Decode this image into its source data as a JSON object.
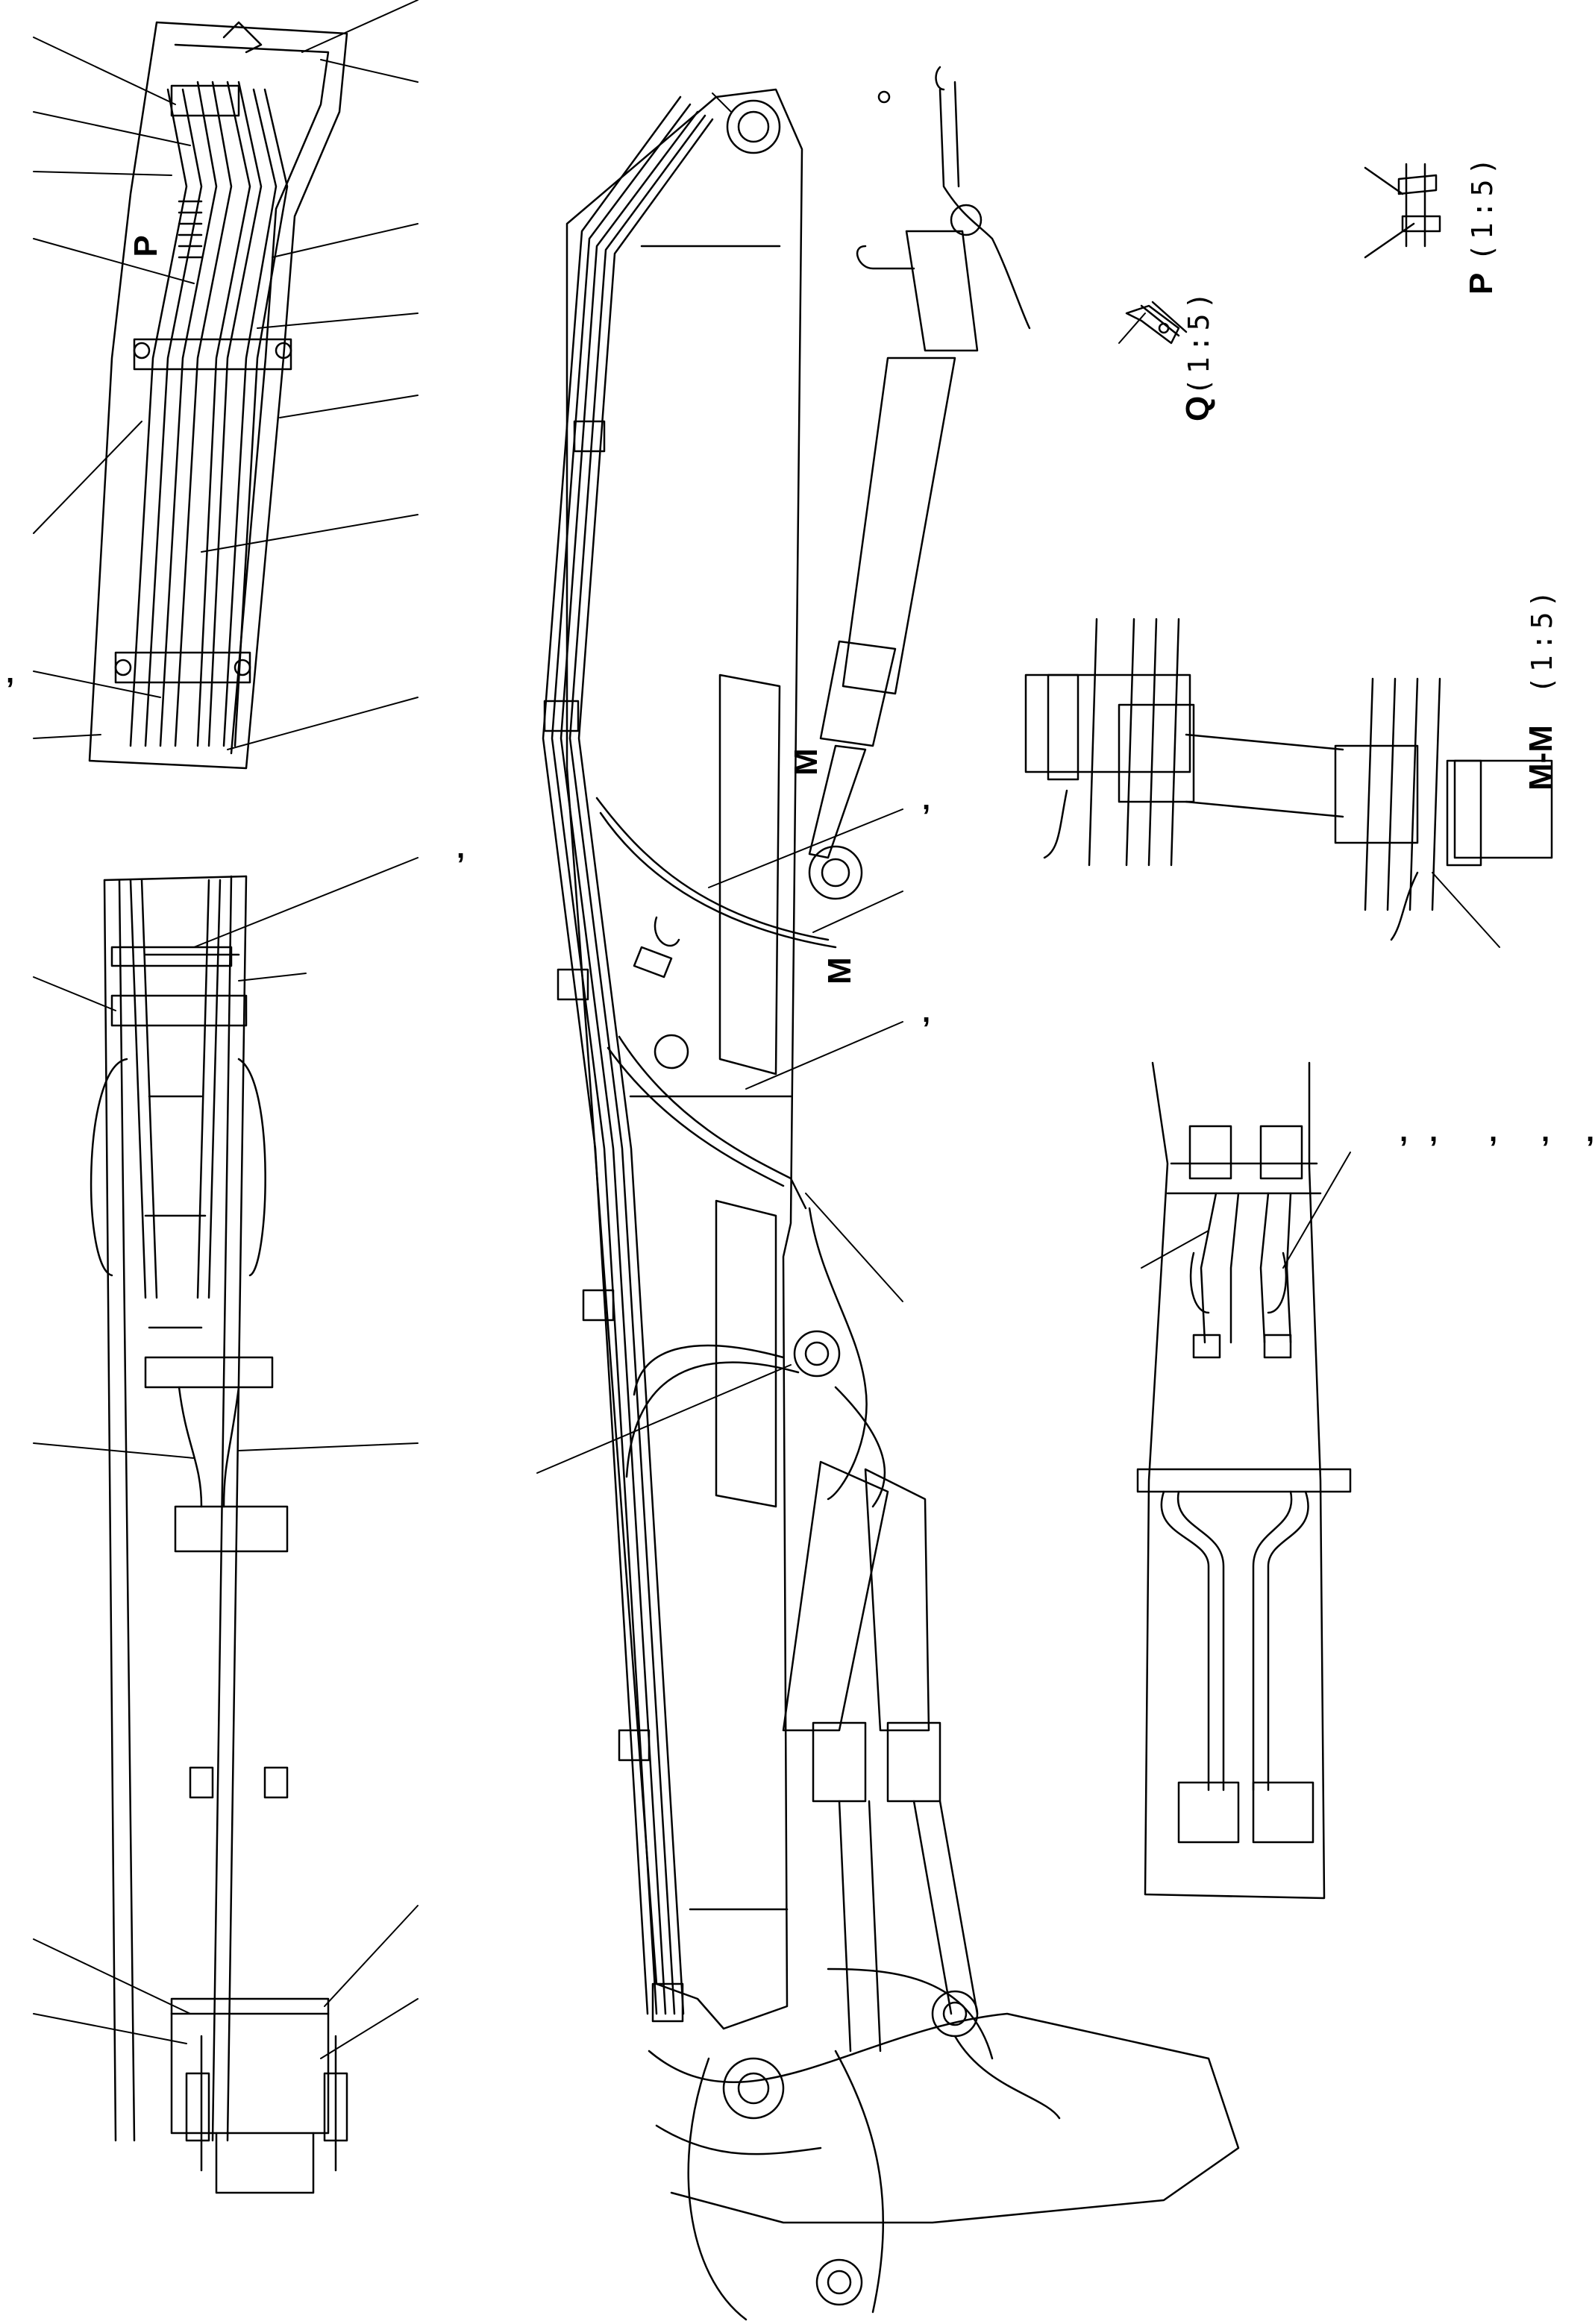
{
  "drawing": {
    "line_color": "#000000",
    "background": "#ffffff"
  },
  "views": {
    "detail_p": {
      "name": "P",
      "scale": "(1:5)"
    },
    "detail_q": {
      "name": "Q",
      "scale": "(1:5)"
    },
    "section_mm": {
      "name": "M-M",
      "scale": "(1:5)"
    },
    "top_view": {
      "marker": "P"
    },
    "main_boom": {
      "section_mark": "M",
      "section_mark_2": "M"
    }
  },
  "marks": {
    "comma": ","
  }
}
